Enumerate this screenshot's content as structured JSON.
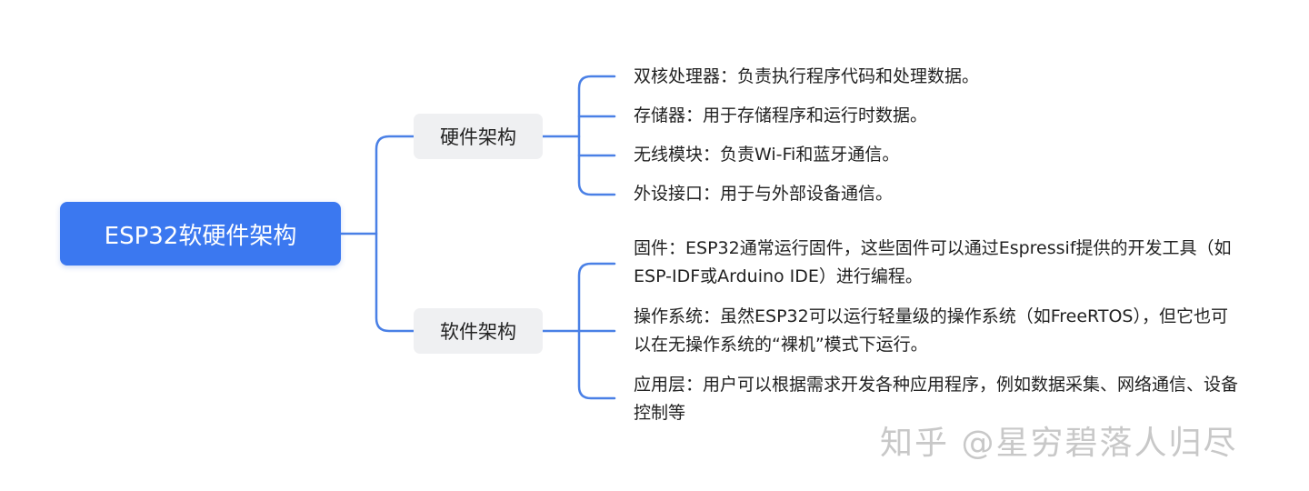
{
  "colors": {
    "root_fill": "#3b78f0",
    "connector": "#4a80e6",
    "branch_fill": "#eff0f2",
    "text": "#222222",
    "watermark": "#c8c8c8"
  },
  "mindmap": {
    "root": "ESP32软硬件架构",
    "branches": [
      {
        "label": "硬件架构",
        "leaves": [
          "双核处理器：负责执行程序代码和处理数据。",
          "存储器：用于存储程序和运行时数据。",
          "无线模块：负责Wi-Fi和蓝牙通信。",
          "外设接口：用于与外部设备通信。"
        ]
      },
      {
        "label": "软件架构",
        "leaves": [
          "固件：ESP32通常运行固件，这些固件可以通过Espressif提供的开发工具（如ESP-IDF或Arduino IDE）进行编程。",
          "操作系统：虽然ESP32可以运行轻量级的操作系统（如FreeRTOS），但它也可以在无操作系统的“裸机”模式下运行。",
          "应用层：用户可以根据需求开发各种应用程序，例如数据采集、网络通信、设备控制等"
        ]
      }
    ]
  },
  "watermark": "知乎 @星穷碧落人归尽"
}
